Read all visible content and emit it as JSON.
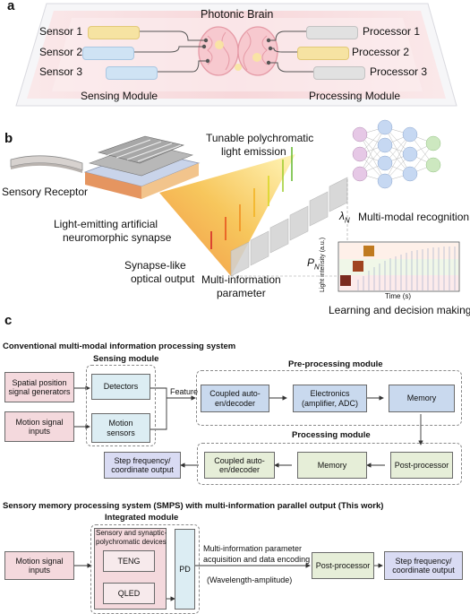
{
  "panel_a": {
    "letter": "a",
    "title": "Photonic Brain",
    "sensors": [
      "Sensor 1",
      "Sensor 2",
      "Sensor 3"
    ],
    "processors": [
      "Processor 1",
      "Processor 2",
      "Processor 3"
    ],
    "sensing_module": "Sensing Module",
    "processing_module": "Processing Module",
    "colors": {
      "sensor1": "#f6e3a2",
      "sensor2": "#cfe3f4",
      "sensor3": "#cfe3f4",
      "proc_grey": "#e1e1e1",
      "proc_yellow": "#f6e3a2",
      "platform": "#f5c9cc"
    }
  },
  "panel_b": {
    "letter": "b",
    "sensory_receptor": "Sensory Receptor",
    "synapse_label": [
      "Light-emitting artificial",
      "neuromorphic synapse"
    ],
    "tunable_label": [
      "Tunable polychromatic",
      "light emission"
    ],
    "optical_output": [
      "Synapse-like",
      "optical output"
    ],
    "multi_info": [
      "Multi-information",
      "parameter"
    ],
    "lambda_label": "λ",
    "lambda_sub": "N",
    "p_label": "P",
    "p_sub": "N",
    "multimodal": "Multi-modal recognition",
    "learning": "Learning and decision making",
    "inset_ylabel": "Light intensity (a.u.)",
    "inset_xlabel": "Time (s)"
  },
  "panel_c": {
    "letter": "c",
    "conventional_title": "Conventional multi-modal information processing system",
    "sensing_module": "Sensing module",
    "preprocessing_module": "Pre-processing module",
    "processing_module": "Processing module",
    "feature": "Feature",
    "spatial_inputs": [
      "Spatial position",
      "signal generators"
    ],
    "motion_inputs": [
      "Motion signal",
      "inputs"
    ],
    "detectors": "Detectors",
    "motion_sensors": [
      "Motion",
      "sensors"
    ],
    "coupled1": [
      "Coupled auto-",
      "en/decoder"
    ],
    "electronics": [
      "Electronics",
      "(amplifier, ADC)"
    ],
    "memory1": "Memory",
    "post_processor1": "Post-processor",
    "memory2": "Memory",
    "coupled2": [
      "Coupled auto-",
      "en/decoder"
    ],
    "step1": [
      "Step frequency/",
      "coordinate output"
    ],
    "smps_title": "Sensory memory processing system (SMPS) with multi-information parallel output (This work)",
    "integrated_module": "Integrated module",
    "motion_inputs2": [
      "Motion signal",
      "inputs"
    ],
    "devices_label": [
      "Sensory and synaptic-",
      "polychromatic devices"
    ],
    "teng": "TENG",
    "qled": "QLED",
    "pd": "PD",
    "acquisition": [
      "Multi-information parameter",
      "acquisition and data encoding"
    ],
    "wavelength": "(Wavelength-amplitude)",
    "post_processor2": "Post-processor",
    "step2": [
      "Step frequency/",
      "coordinate output"
    ]
  }
}
